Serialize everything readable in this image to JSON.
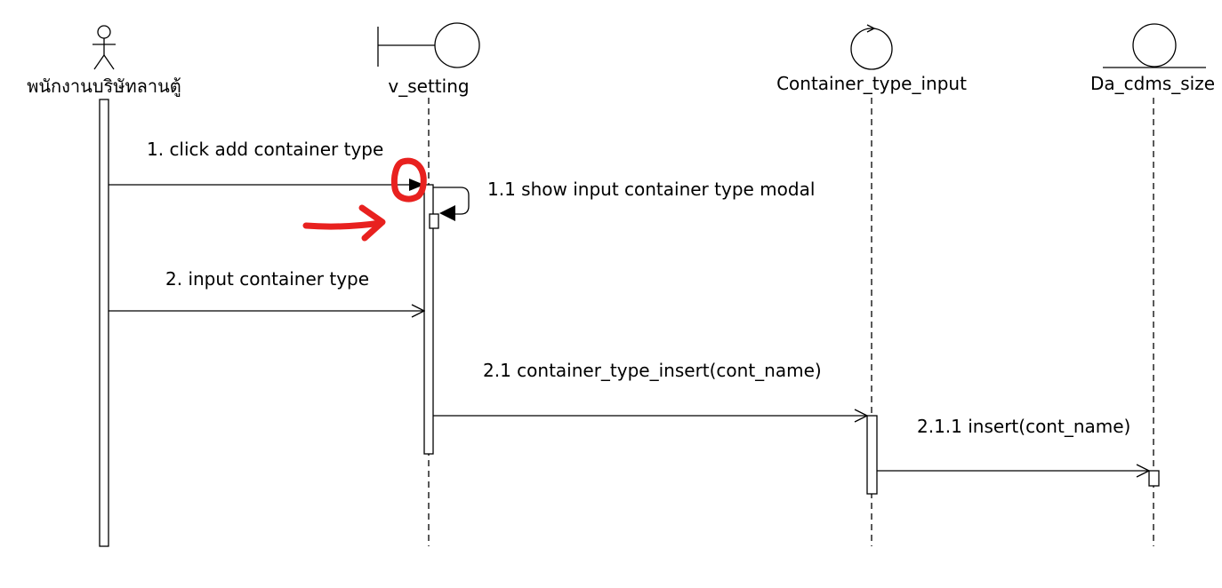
{
  "participants": {
    "actor": "พนักงานบริษัทลานตู้",
    "boundary": "v_setting",
    "control": "Container_type_input",
    "entity": "Da_cdms_size"
  },
  "messages": [
    {
      "label": "1. click add container type"
    },
    {
      "label": "1.1 show input container type modal"
    },
    {
      "label": "2. input container type"
    },
    {
      "label": "2.1 container_type_insert(cont_name)"
    },
    {
      "label": "2.1.1 insert(cont_name)"
    }
  ],
  "colors": {
    "line": "#000000",
    "annotation": "#e8211f"
  },
  "annotations": {
    "highlight": "red-circle-around-arrowhead",
    "pointer": "red-arrow"
  }
}
